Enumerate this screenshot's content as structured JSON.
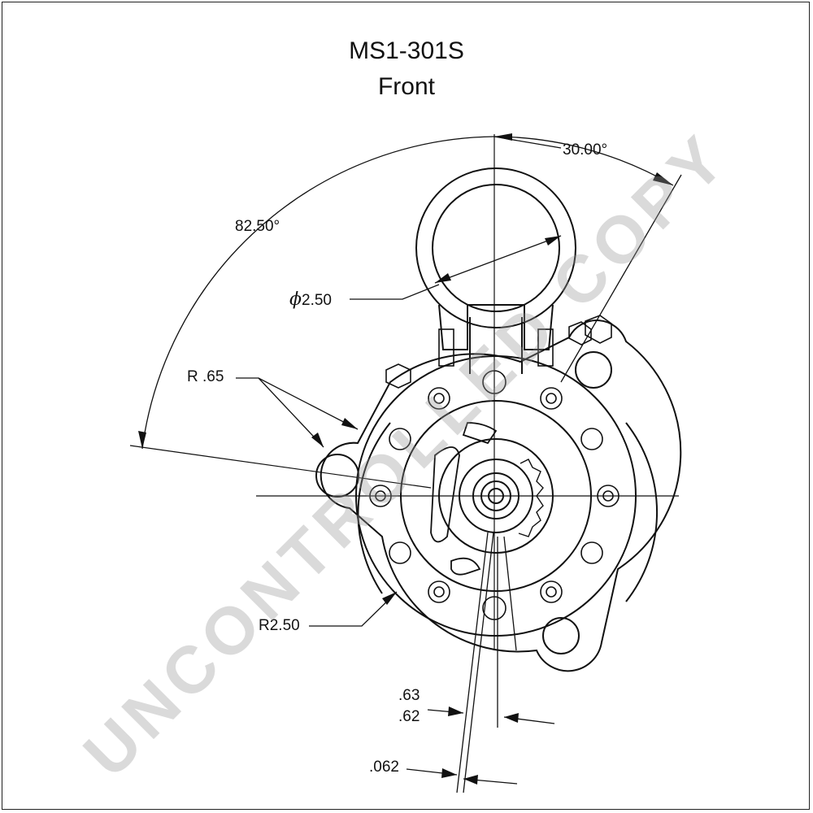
{
  "drawing": {
    "title": "MS1-301S",
    "view": "Front",
    "watermark": "UNCONTROLLED COPY"
  },
  "dimensions": {
    "angle_left": "82.50°",
    "angle_right": "30.00°",
    "diameter_value": "2.50",
    "radius_ear": "R .65",
    "radius_body": "R2.50",
    "offset_upper": ".63",
    "offset_lower": ".62",
    "offset_small": ".062"
  },
  "colors": {
    "line": "#111111",
    "watermark": "#969696"
  }
}
